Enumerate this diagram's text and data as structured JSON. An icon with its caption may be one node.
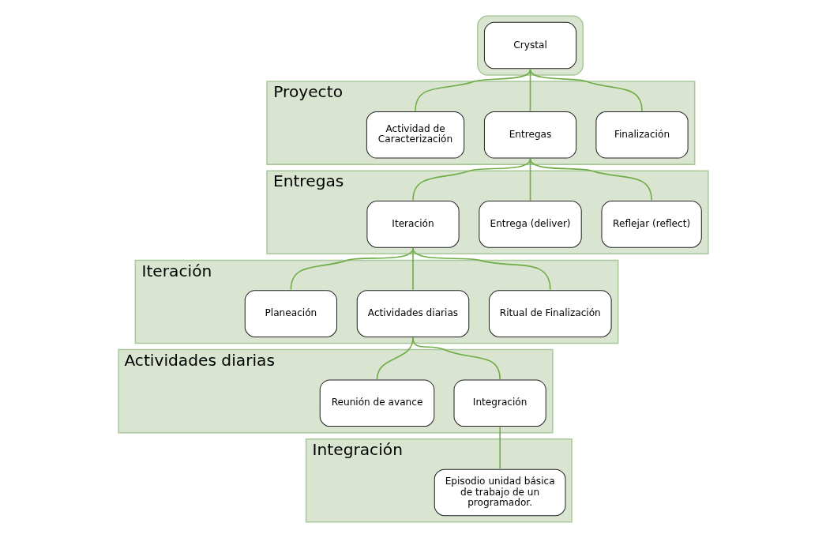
{
  "diagram": {
    "nodes": [
      {
        "text": [],
        "shape": "box"
      },
      {
        "text": [
          "Crystal"
        ],
        "in": 0
      },
      {
        "text": [
          "Proyecto"
        ]
      },
      {
        "text": [
          "Actividad de Caracterización"
        ],
        "in": 2
      },
      {
        "text": [
          "Entregas"
        ],
        "in": 2
      },
      {
        "text": [
          "Finalización"
        ],
        "in": 2
      },
      {
        "text": [
          "Entregas"
        ]
      },
      {
        "text": [
          "Iteración"
        ],
        "in": 6
      },
      {
        "text": [
          "Entrega (deliver)"
        ],
        "in": 6
      },
      {
        "text": [
          "Reflejar (reflect)"
        ],
        "in": 6
      },
      {
        "text": [
          "Iteración"
        ]
      },
      {
        "text": [
          "Planeación"
        ],
        "in": 10
      },
      {
        "text": [
          "Actividades diarias"
        ],
        "in": 10
      },
      {
        "text": [
          "Ritual de Finalización"
        ],
        "in": 10
      },
      {
        "text": [
          "Actividades diarias"
        ]
      },
      {
        "text": [
          "Reunión de avance"
        ],
        "in": 14
      },
      {
        "text": [
          "Integración"
        ],
        "in": 14
      },
      {
        "text": [
          "Integración"
        ]
      },
      {
        "text": [
          "Episodio unidad básica de trabajo de un programador."
        ],
        "in": 17
      }
    ],
    "edges": [
      {
        "from": 1,
        "to": 3,
        "arrow": "none"
      },
      {
        "from": 1,
        "to": 4,
        "arrow": "none"
      },
      {
        "from": 1,
        "to": 5,
        "arrow": "none"
      },
      {
        "from": 4,
        "to": 7,
        "arrow": "none"
      },
      {
        "from": 4,
        "to": 8,
        "arrow": "none"
      },
      {
        "from": 4,
        "to": 9,
        "arrow": "none"
      },
      {
        "from": 7,
        "to": 11,
        "arrow": "none"
      },
      {
        "from": 7,
        "to": 12,
        "arrow": "none"
      },
      {
        "from": 7,
        "to": 13,
        "arrow": "none"
      },
      {
        "from": 12,
        "to": 15,
        "arrow": "none"
      },
      {
        "from": 12,
        "to": 16,
        "arrow": "none"
      },
      {
        "from": 16,
        "to": 18,
        "arrow": "none"
      }
    ]
  }
}
